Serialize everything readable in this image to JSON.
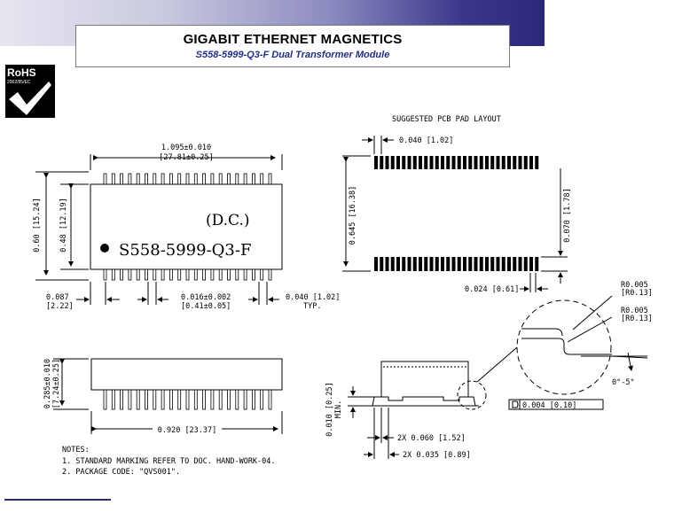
{
  "header": {
    "title": "GIGABIT ETHERNET MAGNETICS",
    "subtitle": "S558-5999-Q3-F Dual Transformer Module"
  },
  "logo": {
    "text": "RoHS",
    "subtext": "2002/95/EC"
  },
  "top_view": {
    "length": "1.095±0.010",
    "length_mm": "[27.81±0.25]",
    "height_outer": "0.60 [15.24]",
    "height_inner": "0.48 [12.19]",
    "marking_dc": "(D.C.)",
    "marking_part": "S558-5999-Q3-F",
    "lead_offset": "0.087",
    "lead_offset_mm": "[2.22]",
    "lead_width": "0.016±0.002",
    "lead_width_mm": "[0.41±0.05]",
    "lead_pitch": "0.040 [1.02]",
    "typ": "TYP."
  },
  "pcb_layout": {
    "title": "SUGGESTED PCB PAD LAYOUT",
    "pad_pitch": "0.040 [1.02]",
    "row_span": "0.645 [16.38]",
    "pad_length": "0.070 [1.78]",
    "pad_width": "0.024 [0.61]"
  },
  "side_view": {
    "height": "0.285±0.010",
    "height_mm": "[7.24±0.25]",
    "length": "0.920 [23.37]"
  },
  "end_view": {
    "radius1": "R0.005",
    "radius1_mm": "[R0.13]",
    "radius2": "R0.005",
    "radius2_mm": "[R0.13]",
    "angle": "0°-5°",
    "coplanarity": "0.004 [0.10]",
    "standoff": "0.010 [0.25]",
    "standoff_min": "MIN.",
    "dim1": "2X 0.060 [1.52]",
    "dim2": "2X 0.035 [0.89]"
  },
  "notes": {
    "title": "NOTES:",
    "items": [
      "1. STANDARD MARKING REFER TO DOC. HAND-WORK-04.",
      "2. PACKAGE CODE: \"QVS001\"."
    ]
  },
  "colors": {
    "banner_dark": "#2c2878",
    "subtitle": "#1f2f86"
  }
}
